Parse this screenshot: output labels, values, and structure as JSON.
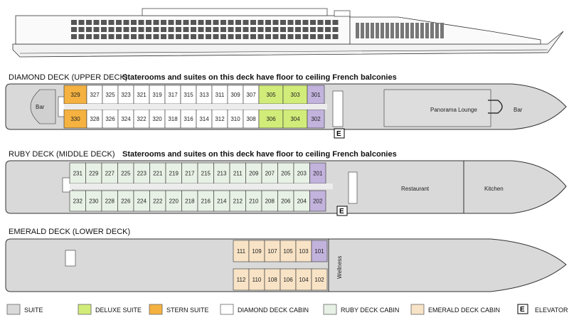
{
  "colors": {
    "suite": "#c2b3dd",
    "deluxe_suite": "#d2ec7a",
    "stern_suite": "#f5b240",
    "diamond": "#ffffff",
    "ruby": "#e8f1e6",
    "emerald": "#f8e3c6",
    "hull": "#d9d9d9",
    "outline": "#333333"
  },
  "decks": {
    "diamond": {
      "label": "DIAMOND DECK (UPPER DECK)",
      "note": "Staterooms and suites on this deck have floor to ceiling French balconies",
      "top_row": [
        "329",
        "327",
        "325",
        "323",
        "321",
        "319",
        "317",
        "315",
        "313",
        "311",
        "309",
        "307",
        "305",
        "303",
        "301"
      ],
      "top_types": [
        "stern",
        "diamond",
        "diamond",
        "diamond",
        "diamond",
        "diamond",
        "diamond",
        "diamond",
        "diamond",
        "diamond",
        "diamond",
        "diamond",
        "deluxe",
        "deluxe",
        "suite"
      ],
      "bottom_row": [
        "330",
        "328",
        "326",
        "324",
        "322",
        "320",
        "318",
        "316",
        "314",
        "312",
        "310",
        "308",
        "306",
        "304",
        "302"
      ],
      "bottom_types": [
        "stern",
        "diamond",
        "diamond",
        "diamond",
        "diamond",
        "diamond",
        "diamond",
        "diamond",
        "diamond",
        "diamond",
        "diamond",
        "diamond",
        "deluxe",
        "deluxe",
        "suite"
      ],
      "bar_aft": "Bar",
      "lounge": "Panorama Lounge",
      "bar_fwd": "Bar",
      "elevator": "E"
    },
    "ruby": {
      "label": "RUBY DECK (MIDDLE DECK)",
      "note": "Staterooms and suites on this deck have floor to ceiling French balconies",
      "top_row": [
        "231",
        "229",
        "227",
        "225",
        "223",
        "221",
        "219",
        "217",
        "215",
        "213",
        "211",
        "209",
        "207",
        "205",
        "203",
        "201"
      ],
      "top_types": [
        "ruby",
        "ruby",
        "ruby",
        "ruby",
        "ruby",
        "ruby",
        "ruby",
        "ruby",
        "ruby",
        "ruby",
        "ruby",
        "ruby",
        "ruby",
        "ruby",
        "ruby",
        "suite"
      ],
      "bottom_row": [
        "232",
        "230",
        "228",
        "226",
        "224",
        "222",
        "220",
        "218",
        "216",
        "214",
        "212",
        "210",
        "208",
        "206",
        "204",
        "202"
      ],
      "bottom_types": [
        "ruby",
        "ruby",
        "ruby",
        "ruby",
        "ruby",
        "ruby",
        "ruby",
        "ruby",
        "ruby",
        "ruby",
        "ruby",
        "ruby",
        "ruby",
        "ruby",
        "ruby",
        "suite"
      ],
      "restaurant": "Restaurant",
      "kitchen": "Kitchen",
      "elevator": "E"
    },
    "emerald": {
      "label": "EMERALD DECK (LOWER DECK)",
      "top_row": [
        "111",
        "109",
        "107",
        "105",
        "103",
        "101"
      ],
      "top_types": [
        "emerald",
        "emerald",
        "emerald",
        "emerald",
        "emerald",
        "suite"
      ],
      "bottom_row": [
        "112",
        "110",
        "108",
        "106",
        "104",
        "102"
      ],
      "bottom_types": [
        "emerald",
        "emerald",
        "emerald",
        "emerald",
        "emerald",
        "emerald"
      ],
      "wellness": "Wellness"
    }
  },
  "legend": [
    {
      "label": "SUITE",
      "swatch": "hull"
    },
    {
      "label": "DELUXE SUITE",
      "swatch": "deluxe_suite"
    },
    {
      "label": "STERN SUITE",
      "swatch": "stern_suite"
    },
    {
      "label": "DIAMOND DECK CABIN",
      "swatch": "diamond"
    },
    {
      "label": "RUBY DECK CABIN",
      "swatch": "ruby"
    },
    {
      "label": "EMERALD DECK CABIN",
      "swatch": "emerald"
    },
    {
      "label": "ELEVATOR",
      "swatch": "elevator",
      "glyph": "E"
    }
  ]
}
